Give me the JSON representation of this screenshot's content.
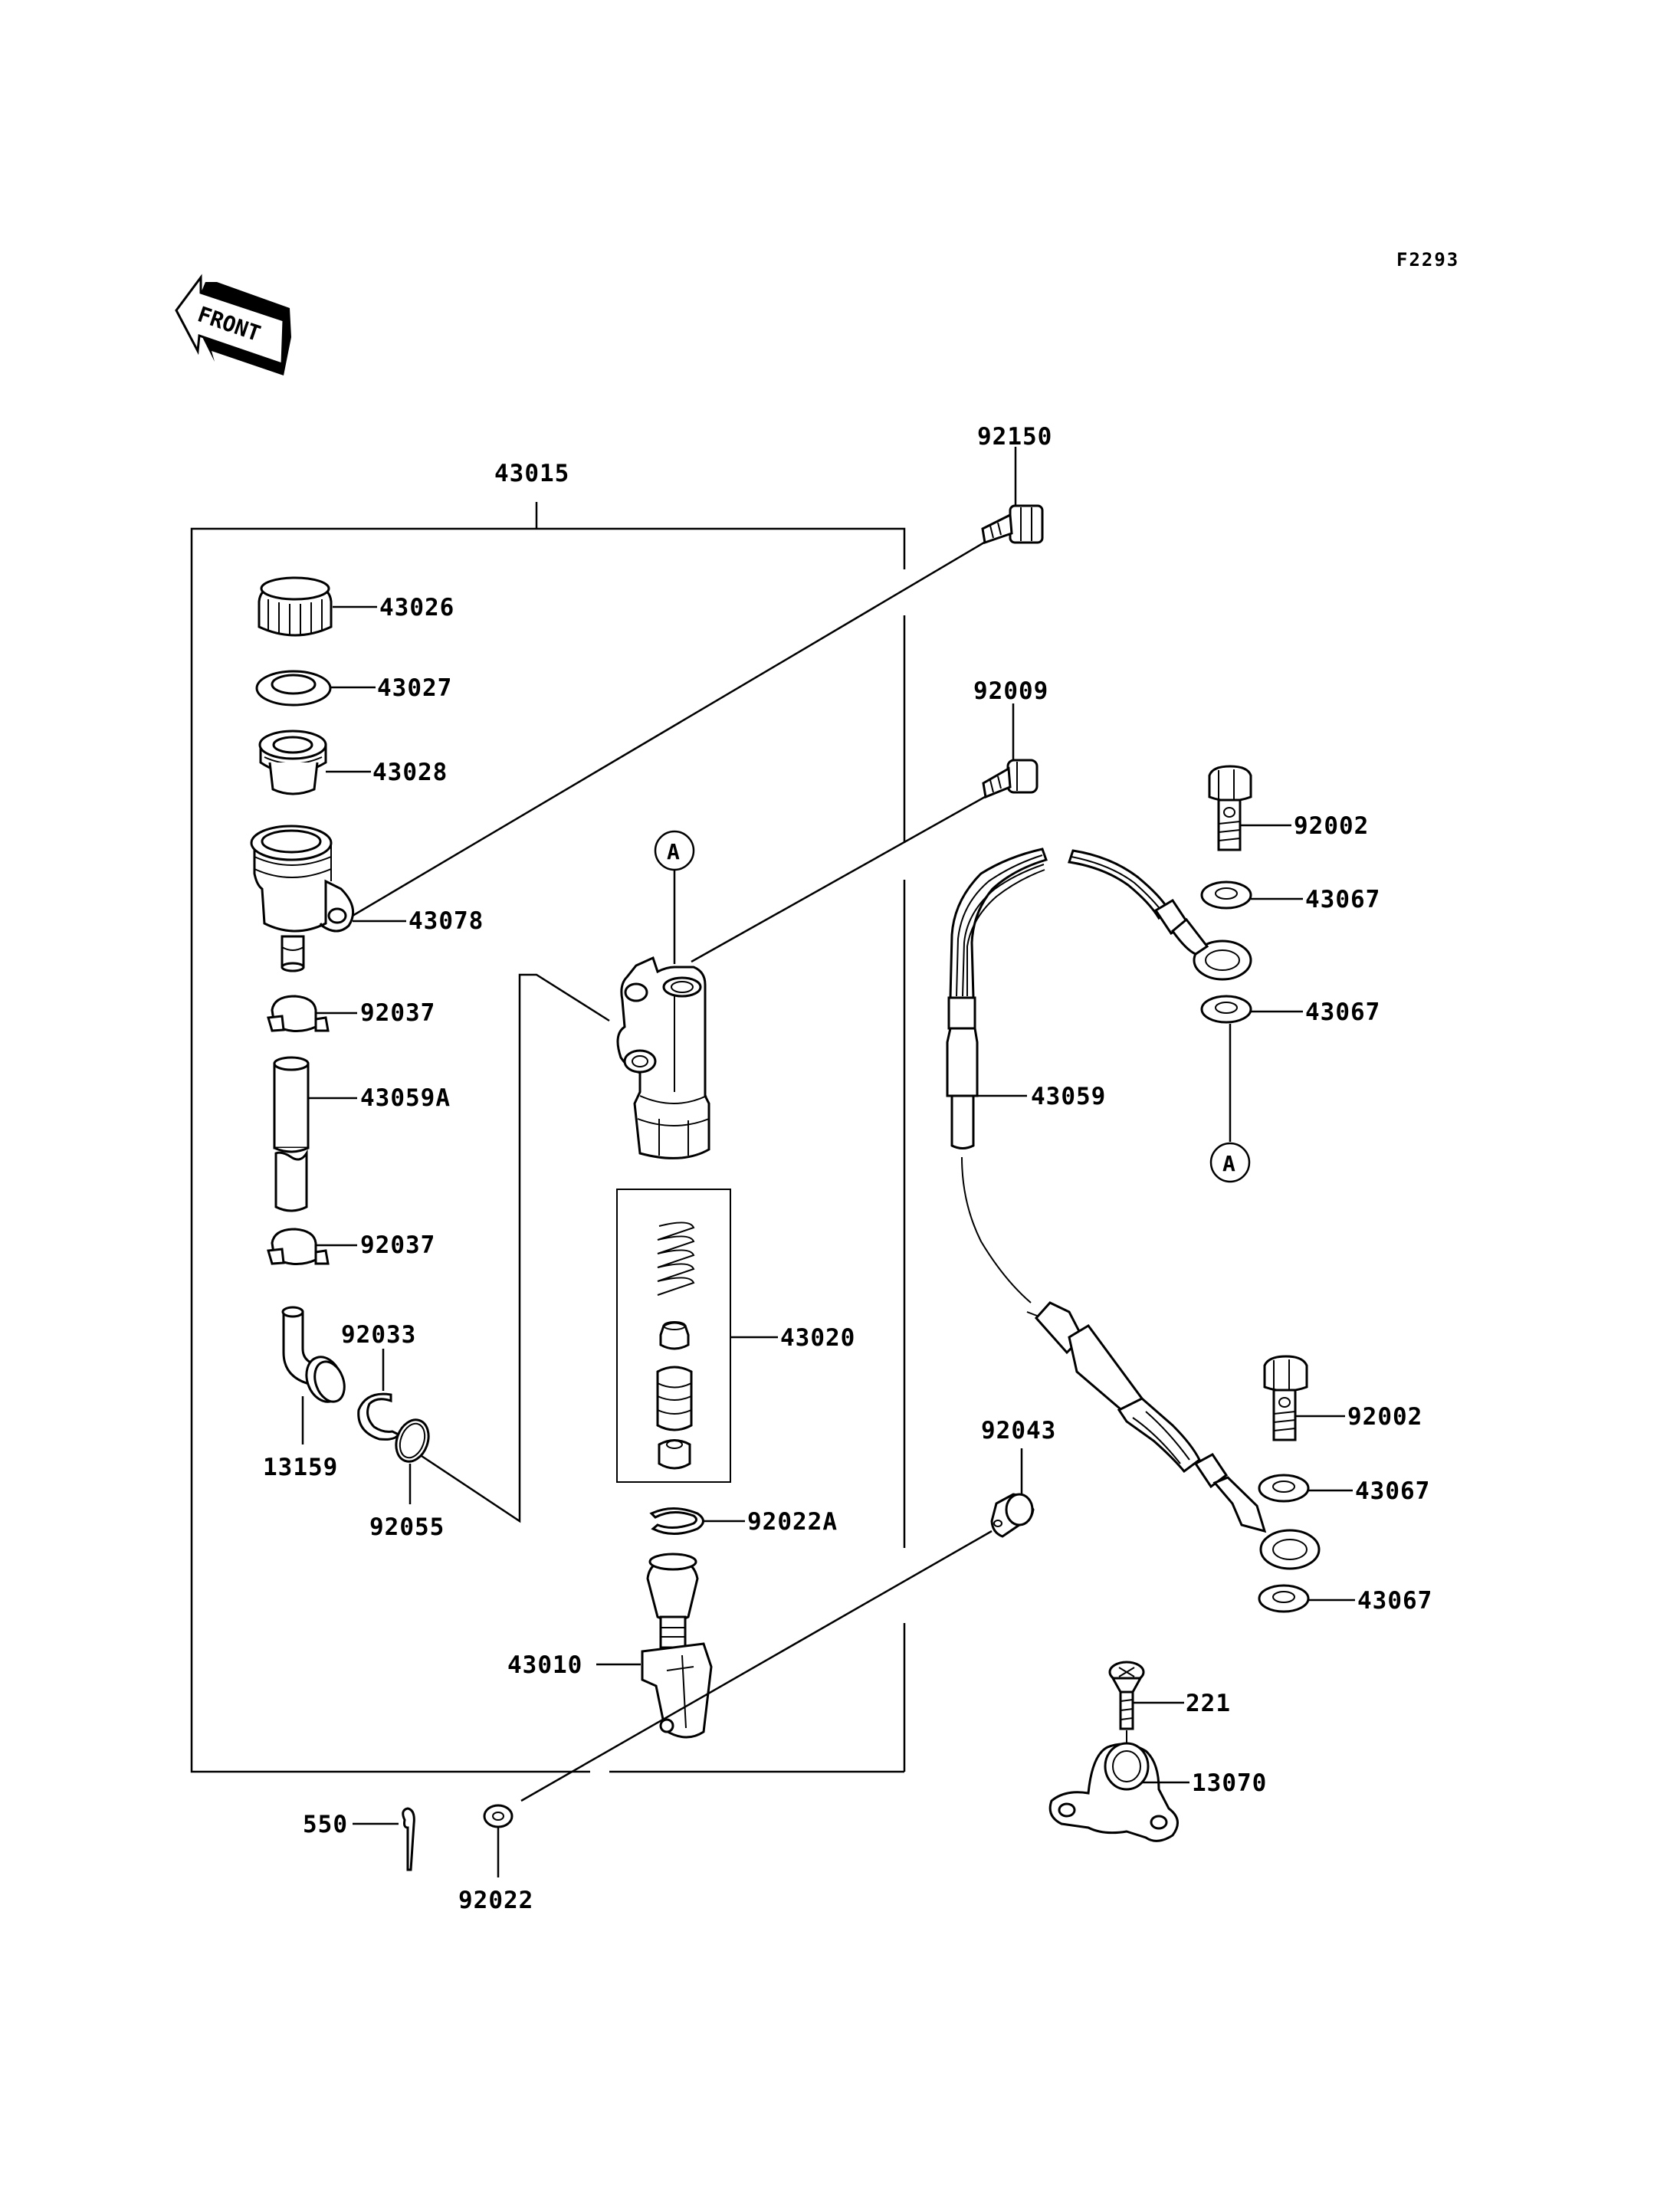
{
  "diagram": {
    "figure_code": "F2293",
    "front_label": "FRONT",
    "marker_a": "A",
    "parts": {
      "p43015": "43015",
      "p92150": "92150",
      "p43026": "43026",
      "p43027": "43027",
      "p43028": "43028",
      "p43078": "43078",
      "p92037_top": "92037",
      "p43059A": "43059A",
      "p92037_bottom": "92037",
      "p92033": "92033",
      "p13159": "13159",
      "p92055": "92055",
      "p92009": "92009",
      "p43020": "43020",
      "p92022A": "92022A",
      "p43010": "43010",
      "p550": "550",
      "p92022": "92022",
      "p92002_top": "92002",
      "p43067_1": "43067",
      "p43067_2": "43067",
      "p43059": "43059",
      "p92002_bottom": "92002",
      "p43067_3": "43067",
      "p43067_4": "43067",
      "p92043": "92043",
      "p221": "221",
      "p13070": "13070"
    }
  }
}
